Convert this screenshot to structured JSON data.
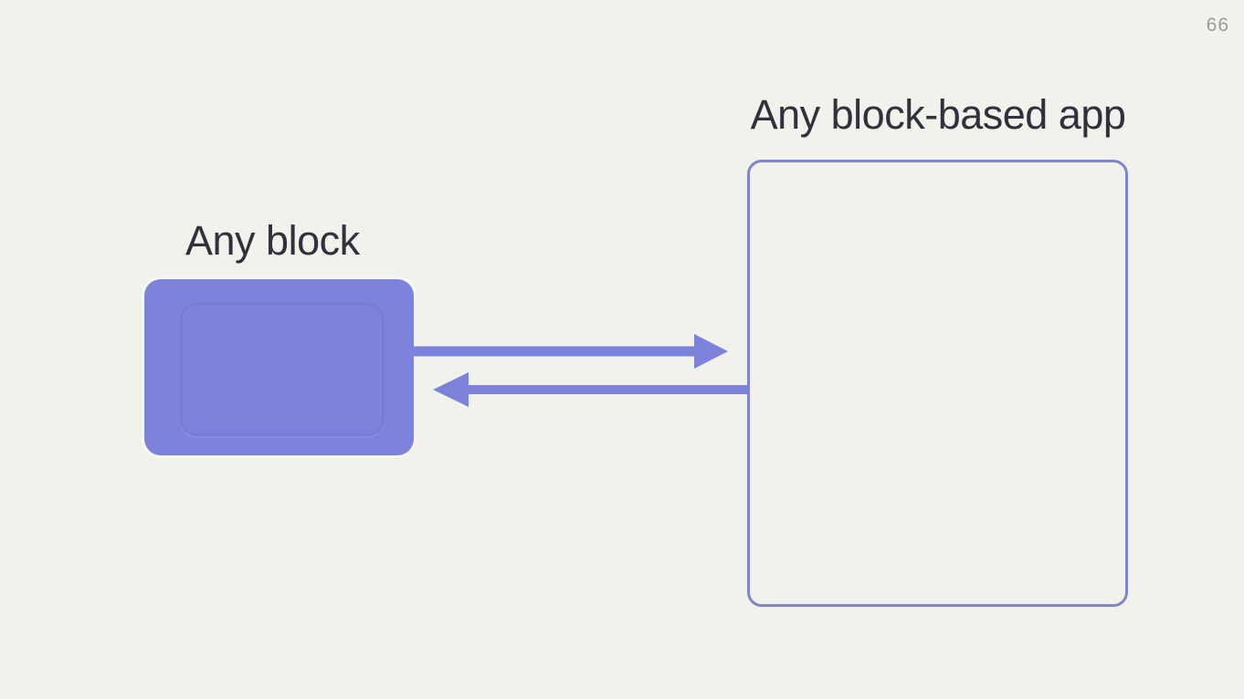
{
  "slide": {
    "page_number": "66"
  },
  "diagram": {
    "app_title": "Any block-based app",
    "block_label": "Any block",
    "arrows": [
      {
        "name": "block-to-app",
        "direction": "right"
      },
      {
        "name": "app-to-block",
        "direction": "left"
      }
    ]
  },
  "colors": {
    "background": "#f1f2ec",
    "block_fill": "#7d82dd",
    "arrow": "#7c81d9",
    "app_border": "#8085cc",
    "text": "#2f313c",
    "page_number": "#9b9b98"
  }
}
